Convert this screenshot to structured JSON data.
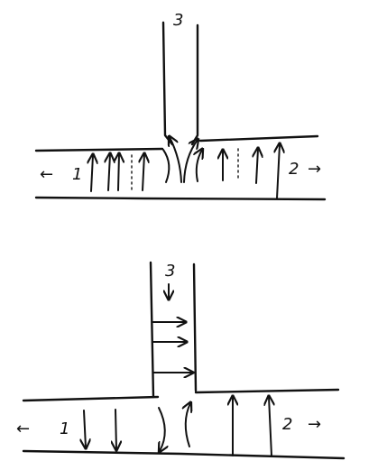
{
  "top_diagram": {
    "labels": {
      "branch_3": "3",
      "branch_1": "1",
      "branch_2": "2"
    },
    "direction_arrows": {
      "left": "←",
      "right": "→"
    }
  },
  "bottom_diagram": {
    "labels": {
      "branch_3": "3",
      "branch_1": "1",
      "branch_2": "2"
    },
    "direction_arrows": {
      "left": "←",
      "right": "→"
    }
  },
  "colors": {
    "ink": "#111111",
    "background": "#ffffff"
  }
}
